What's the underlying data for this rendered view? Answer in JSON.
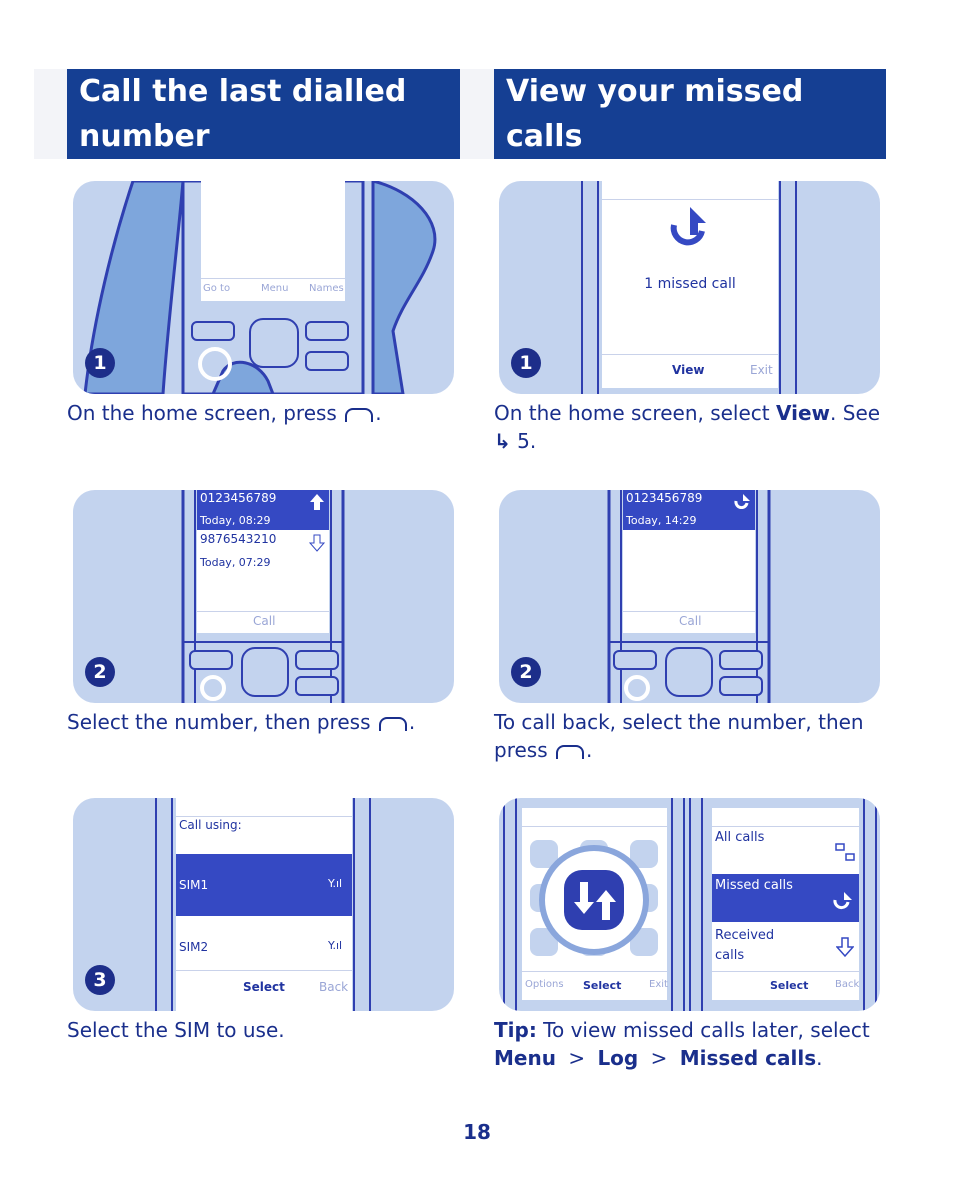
{
  "left_section": {
    "title": "Call the last dialled number",
    "steps": [
      {
        "badge": "1",
        "caption": "On the home screen, press",
        "caption_end": ".",
        "screen": {
          "softkeys": [
            "Go to",
            "Menu",
            "Names"
          ]
        }
      },
      {
        "badge": "2",
        "caption": "Select the number, then press",
        "caption_end": ".",
        "screen": {
          "entries": [
            {
              "number": "0123456789",
              "time": "Today, 08:29",
              "icon": "dialled-arrow-up-icon"
            },
            {
              "number": "9876543210",
              "time": "Today, 07:29",
              "icon": "received-arrow-down-icon"
            }
          ],
          "softkey": "Call"
        }
      },
      {
        "badge": "3",
        "caption": "Select the SIM to use.",
        "screen": {
          "heading": "Call using:",
          "options": [
            "SIM1",
            "SIM2"
          ],
          "softkeys": [
            "Select",
            "Back"
          ]
        }
      }
    ]
  },
  "right_section": {
    "title": "View your missed calls",
    "steps": [
      {
        "badge": "1",
        "caption_pre": "On the home screen, select",
        "caption_bold": "View",
        "caption_mid": ". See",
        "caption_ref": "5.",
        "screen": {
          "message": "1 missed call",
          "softkeys": [
            "View",
            "Exit"
          ]
        }
      },
      {
        "badge": "2",
        "caption": "To call back, select the number, then press",
        "caption_end": ".",
        "screen": {
          "entries": [
            {
              "number": "0123456789",
              "time": "Today, 14:29",
              "icon": "missed-call-icon"
            }
          ],
          "softkey": "Call"
        }
      },
      {
        "screen_menu": {
          "softkeys": [
            "Options",
            "Select",
            "Exit"
          ]
        },
        "screen_log": {
          "items": [
            "All calls",
            "Missed calls",
            "Received calls"
          ],
          "softkeys": [
            "Select",
            "Back"
          ]
        }
      }
    ],
    "tip": {
      "label": "Tip:",
      "text": "To view missed calls later, select",
      "path": [
        "Menu",
        "Log",
        "Missed calls"
      ],
      "sep": ">",
      "end": "."
    }
  },
  "page_number": "18",
  "colors": {
    "header_bg": "#153f93",
    "panel_bg": "#c3d3ee",
    "highlight": "#3549c3",
    "text": "#1a2f8c"
  }
}
